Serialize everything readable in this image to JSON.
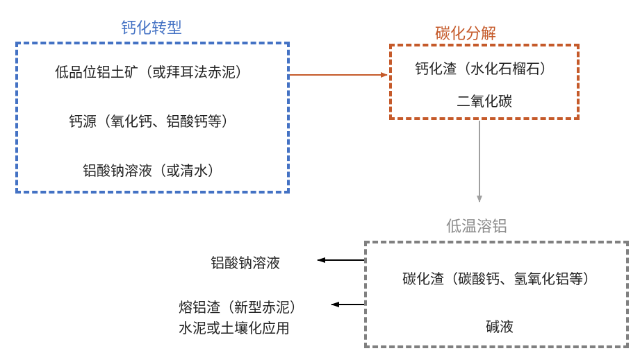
{
  "sections": {
    "calcification": {
      "title": "钙化转型",
      "items": [
        "低品位铝土矿（或拜耳法赤泥）",
        "钙源（氧化钙、铝酸钙等）",
        "铝酸钠溶液（或清水）"
      ],
      "color": "#4472c4"
    },
    "carbonization": {
      "title": "碳化分解",
      "items": [
        "钙化渣（水化石榴石）",
        "二氧化碳"
      ],
      "color": "#c55a2a"
    },
    "low_temp_leaching": {
      "title": "低温溶铝",
      "items": [
        "碳化渣（碳酸钙、氢氧化铝等）",
        "碱液"
      ],
      "color": "#808080"
    }
  },
  "outputs": {
    "solution": "铝酸钠溶液",
    "residue_line1": "熔铝渣（新型赤泥）",
    "residue_line2": "水泥或土壤化应用"
  }
}
